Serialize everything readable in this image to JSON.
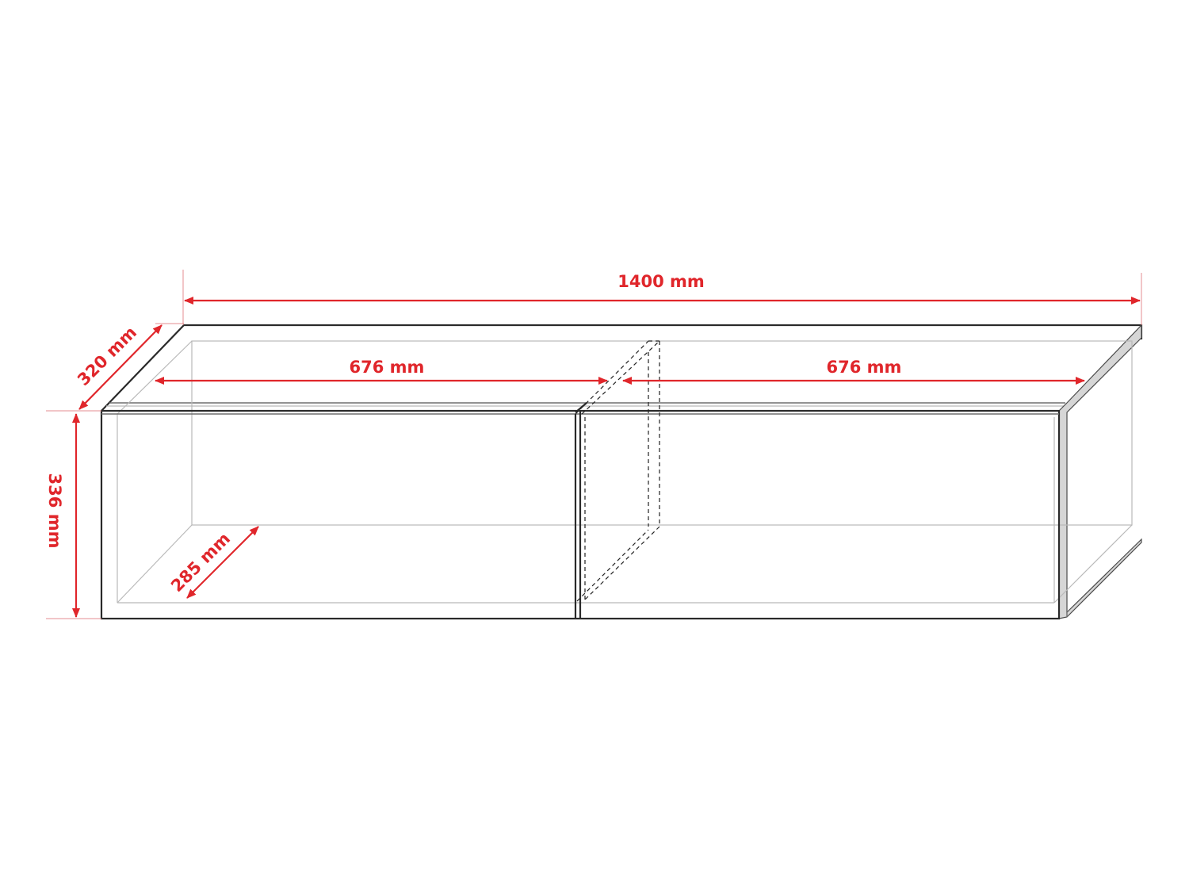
{
  "diagram": {
    "colors": {
      "dimension": "#e0262b",
      "outline": "#2a2a2a",
      "inner_edge": "#b9b9b9"
    },
    "dimensions": {
      "total_width": "1400 mm",
      "left_compartment_width": "676 mm",
      "right_compartment_width": "676 mm",
      "depth": "320 mm",
      "height": "336 mm",
      "inner_depth": "285 mm"
    }
  }
}
